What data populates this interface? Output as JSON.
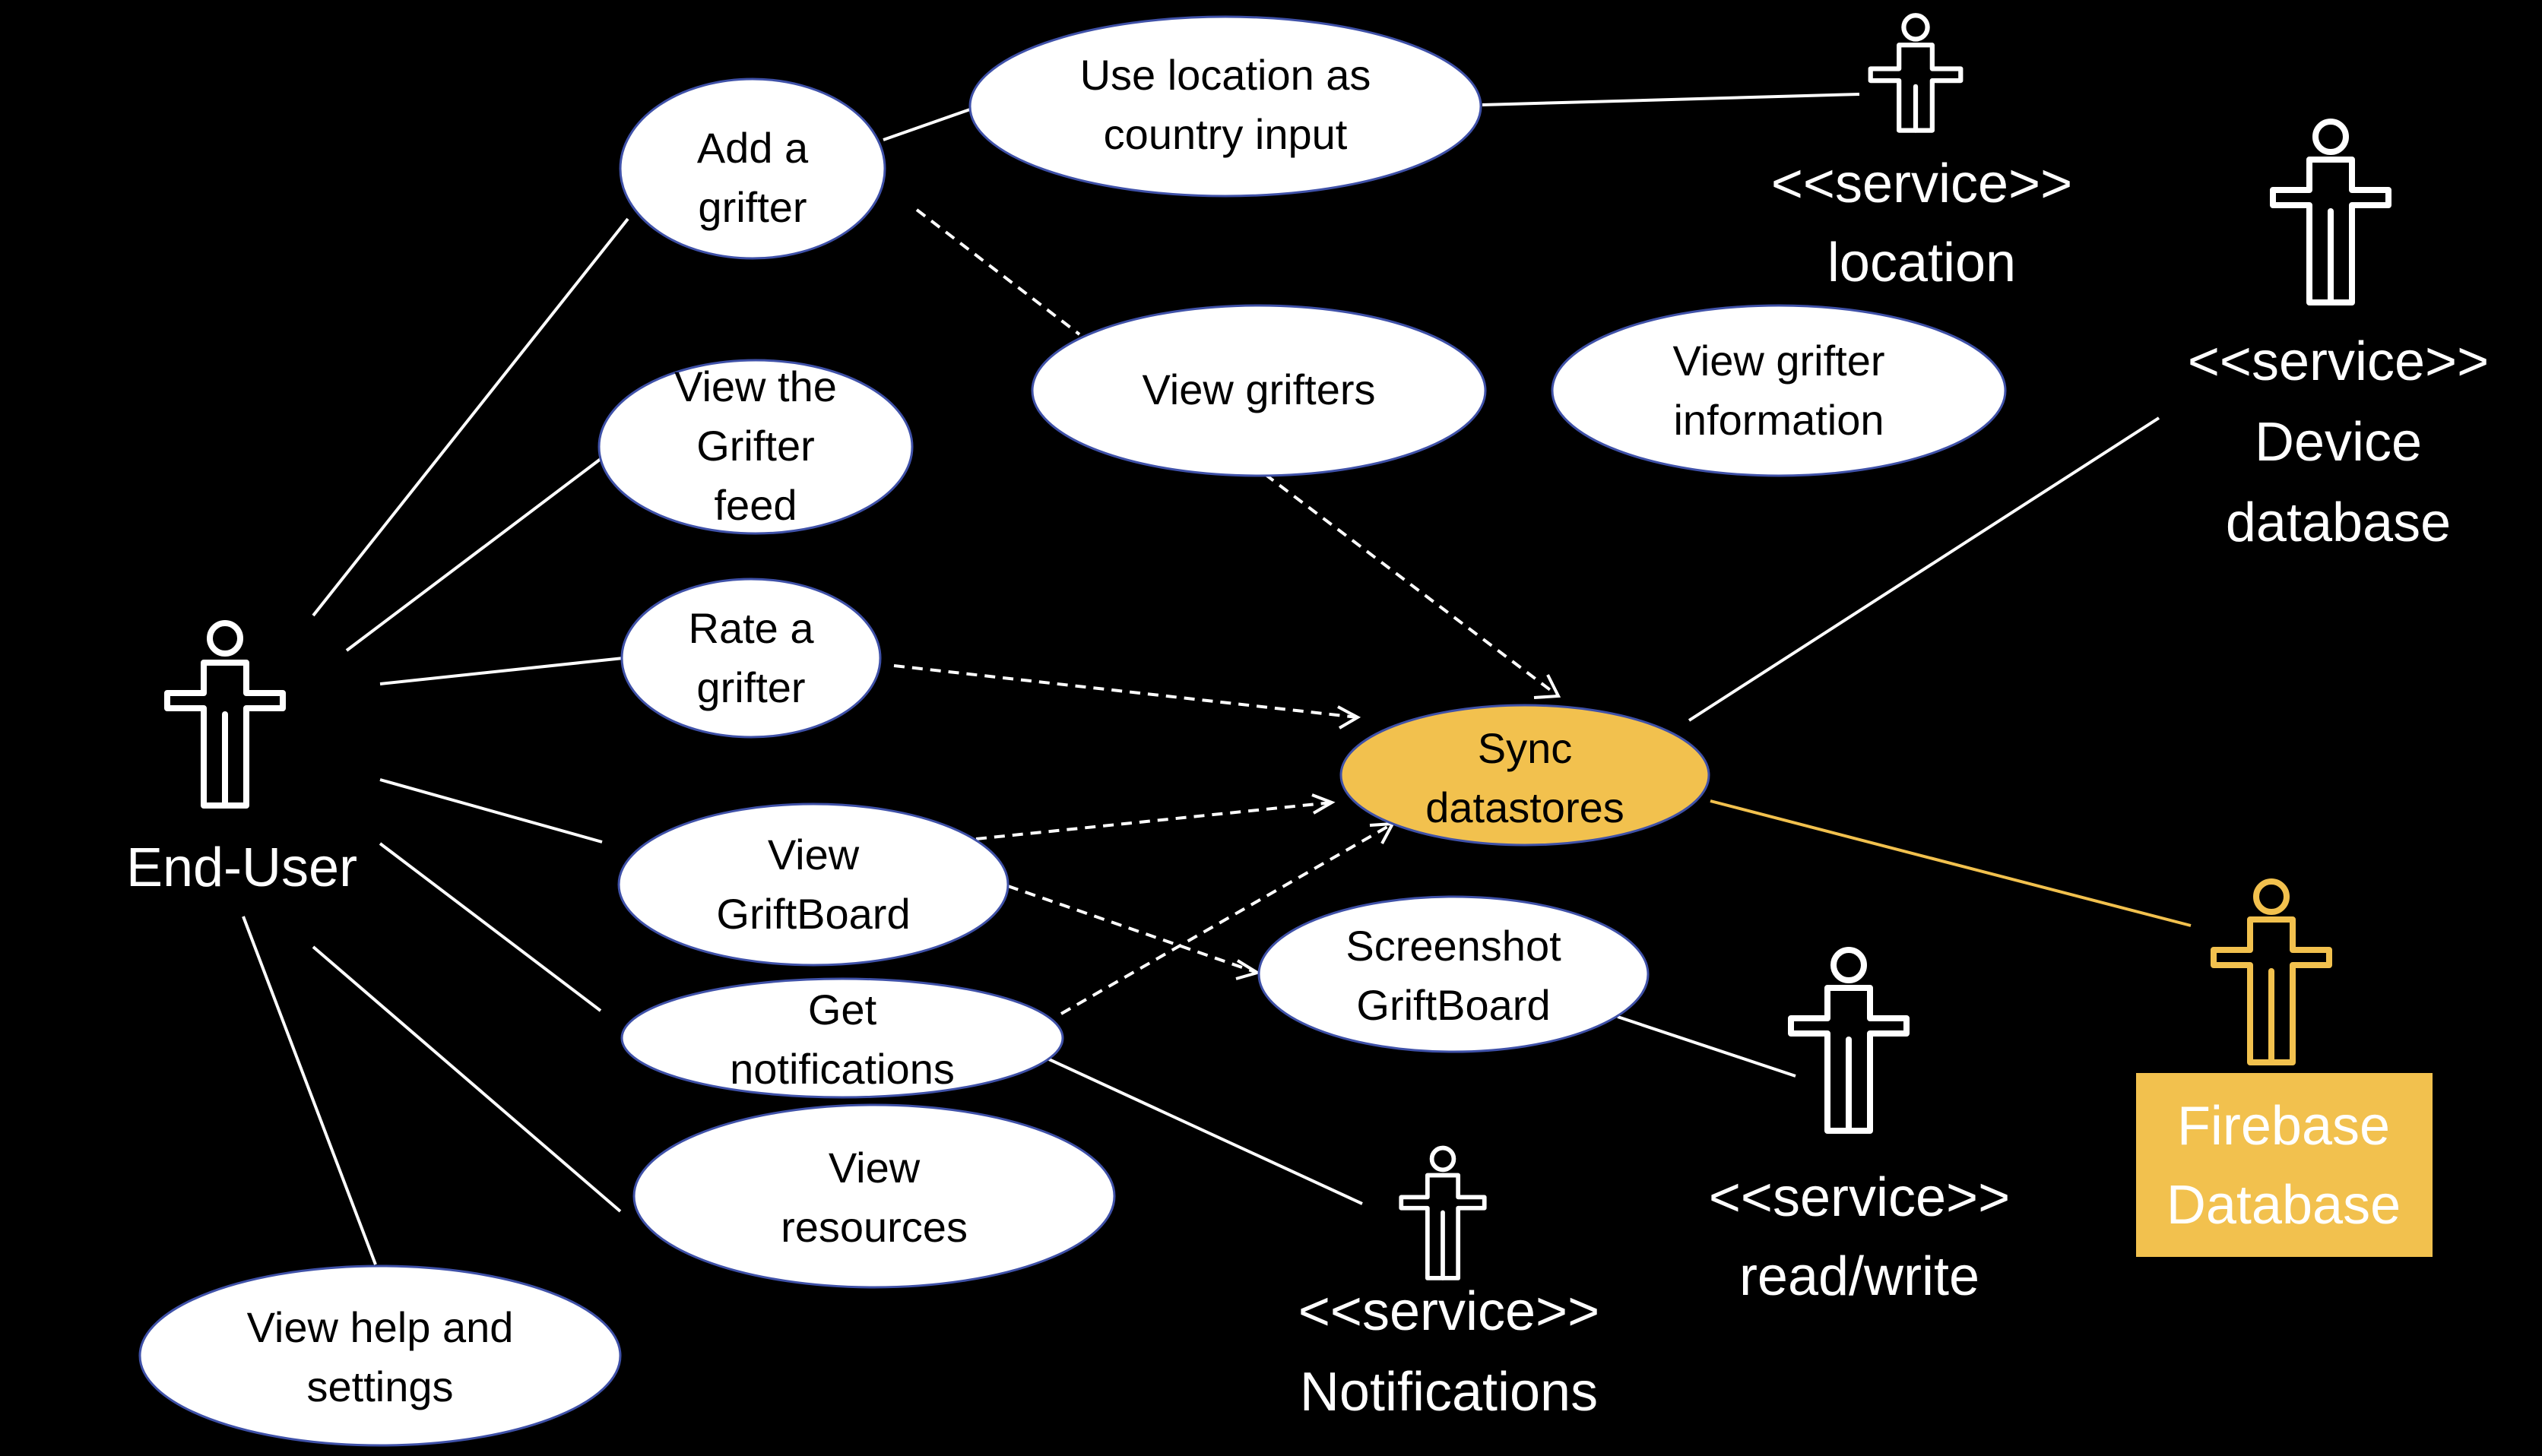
{
  "colors": {
    "background": "#000000",
    "use_case_fill": "#ffffff",
    "use_case_border": "#3f51a8",
    "highlight": "#F2C14E",
    "line": "#ffffff"
  },
  "actors": {
    "end_user": "End-User",
    "location": [
      "<<service>>",
      "location"
    ],
    "device_database": [
      "<<service>>",
      "Device",
      "database"
    ],
    "read_write": [
      "<<service>>",
      "read/write"
    ],
    "notifications": [
      "<<service>>",
      "Notifications"
    ],
    "firebase": [
      "Firebase",
      "Database"
    ]
  },
  "use_cases": {
    "add_grifter": [
      "Add a",
      "grifter"
    ],
    "use_location": [
      "Use location as",
      "country input"
    ],
    "view_grifters": [
      "View grifters"
    ],
    "view_grifter_info": [
      "View grifter",
      "information"
    ],
    "view_feed": [
      "View the",
      "Grifter",
      "feed"
    ],
    "rate_grifter": [
      "Rate a",
      "grifter"
    ],
    "sync_datastores": [
      "Sync",
      "datastores"
    ],
    "view_griftboard": [
      "View",
      "GriftBoard"
    ],
    "screenshot_griftboard": [
      "Screenshot",
      "GriftBoard"
    ],
    "get_notifications": [
      "Get",
      "notifications"
    ],
    "view_resources": [
      "View",
      "resources"
    ],
    "view_help": [
      "View help and",
      "settings"
    ]
  }
}
